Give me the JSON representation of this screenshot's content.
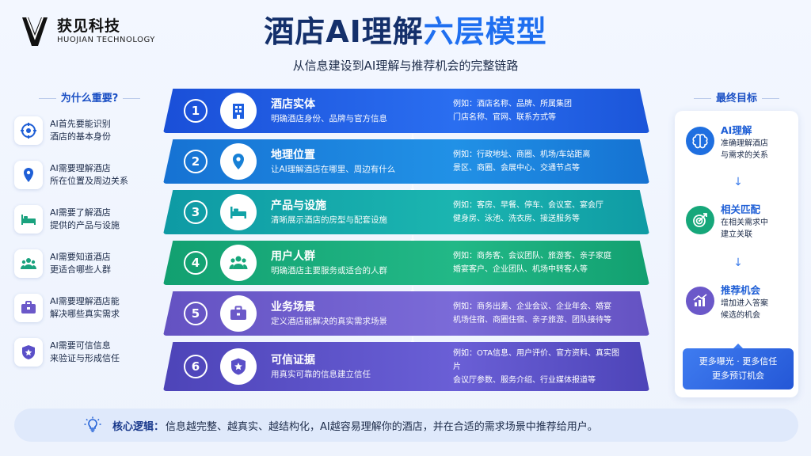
{
  "brand": {
    "name_cn": "获见科技",
    "name_en": "HUOJIAN TECHNOLOGY"
  },
  "title": {
    "part1": "酒店AI理解",
    "part2": "六层模型"
  },
  "subtitle": "从信息建设到AI理解与推荐机会的完整链路",
  "left": {
    "header": "为什么重要?",
    "items": [
      {
        "icon": "target-icon",
        "text": "AI首先要能识别\n酒店的基本身份"
      },
      {
        "icon": "location-pin-icon",
        "text": "AI需要理解酒店\n所在位置及周边关系"
      },
      {
        "icon": "bed-icon",
        "text": "AI需要了解酒店\n提供的产品与设施"
      },
      {
        "icon": "users-icon",
        "text": "AI需要知道酒店\n更适合哪些人群"
      },
      {
        "icon": "briefcase-icon",
        "text": "AI需要理解酒店能\n解决哪些真实需求"
      },
      {
        "icon": "shield-star-icon",
        "text": "AI需要可信信息\n来验证与形成信任"
      }
    ]
  },
  "layers": [
    {
      "num": "1",
      "icon": "building-icon",
      "name": "酒店实体",
      "desc": "明确酒店身份、品牌与官方信息",
      "example": "例如：酒店名称、品牌、所属集团\n门店名称、官网、联系方式等",
      "color": "#1e5fe0"
    },
    {
      "num": "2",
      "icon": "location-pin-icon",
      "name": "地理位置",
      "desc": "让AI理解酒店在哪里、周边有什么",
      "example": "例如：行政地址、商圈、机场/车站距离\n景区、商圈、会展中心、交通节点等",
      "color": "#1780d6"
    },
    {
      "num": "3",
      "icon": "bed-icon",
      "name": "产品与设施",
      "desc": "清晰展示酒店的房型与配套设施",
      "example": "例如：客房、早餐、停车、会议室、宴会厅\n健身房、泳池、洗衣房、接送服务等",
      "color": "#12a3a7"
    },
    {
      "num": "4",
      "icon": "users-icon",
      "name": "用户人群",
      "desc": "明确酒店主要服务或适合的人群",
      "example": "例如：商务客、会议团队、旅游客、亲子家庭\n婚宴客户、企业团队、机场中转客人等",
      "color": "#16a77a"
    },
    {
      "num": "5",
      "icon": "briefcase-icon",
      "name": "业务场景",
      "desc": "定义酒店能解决的真实需求场景",
      "example": "例如：商务出差、企业会议、企业年会、婚宴\n机场住宿、商圈住宿、亲子旅游、团队接待等",
      "color": "#6b58c9"
    },
    {
      "num": "6",
      "icon": "shield-star-icon",
      "name": "可信证据",
      "desc": "用真实可靠的信息建立信任",
      "example": "例如：OTA信息、用户评价、官方资料、真实图片\n会议厅参数、服务介绍、行业媒体报道等",
      "color": "#5a4fc8"
    }
  ],
  "right": {
    "header": "最终目标",
    "goals": [
      {
        "icon": "brain-icon",
        "title": "AI理解",
        "desc": "准确理解酒店\n与需求的关系",
        "color": "#1f6fe0"
      },
      {
        "icon": "target-arrow-icon",
        "title": "相关匹配",
        "desc": "在相关需求中\n建立关联",
        "color": "#16a77a"
      },
      {
        "icon": "growth-chart-icon",
        "title": "推荐机会",
        "desc": "增加进入答案\n候选的机会",
        "color": "#6b58c9"
      }
    ],
    "box": "更多曝光 · 更多信任\n更多预订机会"
  },
  "core": {
    "label": "核心逻辑：",
    "text": "信息越完整、越真实、越结构化，AI越容易理解你的酒店，并在合适的需求场景中推荐给用户。"
  }
}
